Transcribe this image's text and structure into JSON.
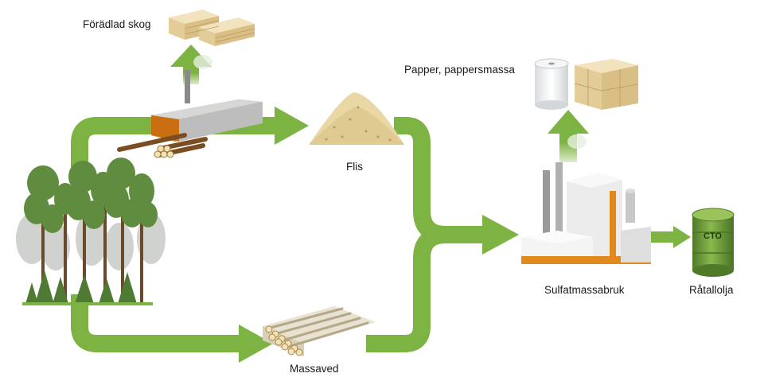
{
  "labels": {
    "foradlad_skog": "Förädlad skog",
    "flis": "Flis",
    "papper": "Papper, pappersmassa",
    "sulfatmassabruk": "Sulfatmassabruk",
    "ratallolja": "Råtallolja",
    "massaved": "Massaved",
    "cto": "CTO"
  },
  "colors": {
    "arrow_green": "#7cb342",
    "tree_green": "#5f8c3f",
    "factory_orange": "#e08a1e",
    "barrel_green": "#6e9a3a"
  }
}
